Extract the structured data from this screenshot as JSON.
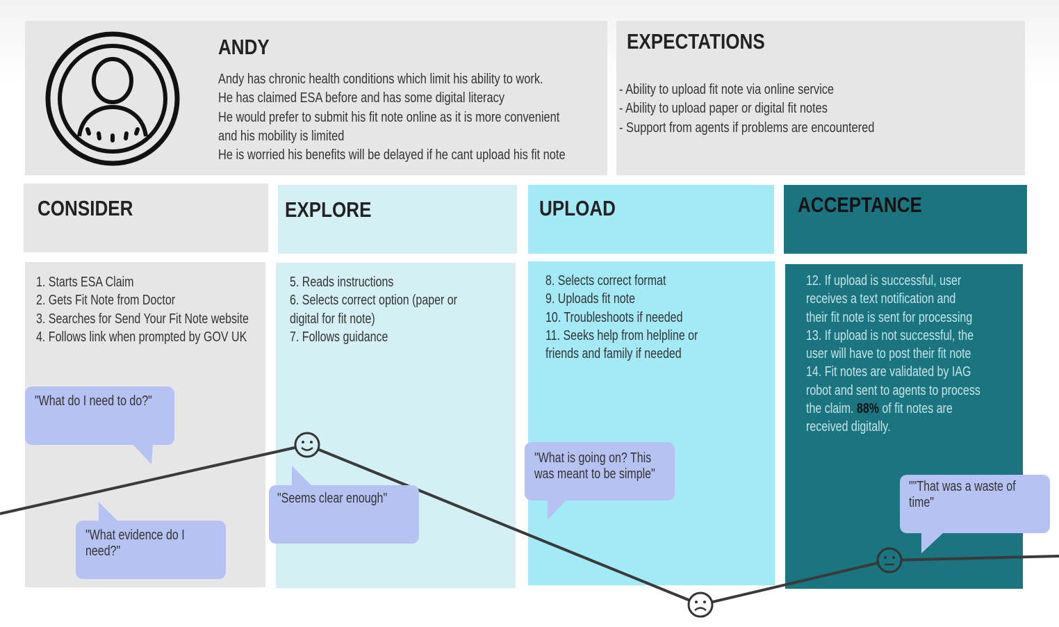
{
  "persona": {
    "name": "ANDY",
    "description": [
      "Andy has chronic health conditions which limit his ability to work.",
      "He has claimed ESA before and has some digital literacy",
      "He would prefer to submit his fit note online as it is more convenient",
      "and his mobility is limited",
      "He is worried his benefits will be delayed if he cant upload his fit note"
    ],
    "avatar_icon": "user-circle-icon"
  },
  "expectations": {
    "title": "EXPECTATIONS",
    "items": [
      "- Ability to upload fit note via online service",
      "- Ability to upload paper or digital fit notes",
      "- Support from agents if problems are encountered"
    ]
  },
  "stages": [
    {
      "title": "CONSIDER",
      "header_color": "#e6e6e6",
      "body_color": "#e6e6e6",
      "steps": [
        "1. Starts ESA Claim",
        "2. Gets Fit Note from Doctor",
        "3. Searches for Send Your Fit Note website",
        "4. Follows link when prompted by GOV UK"
      ]
    },
    {
      "title": "EXPLORE",
      "header_color": "#d4f0f5",
      "body_color": "#d4f0f5",
      "steps": [
        "5. Reads instructions",
        "6. Selects correct option (paper or",
        "digital for fit note)",
        "7. Follows guidance"
      ]
    },
    {
      "title": "UPLOAD",
      "header_color": "#a3e9f6",
      "body_color": "#a3e9f6",
      "steps": [
        "8. Selects correct format",
        "9. Uploads fit note",
        "10. Troubleshoots if needed",
        "11. Seeks help from helpline or",
        "friends and family if needed"
      ]
    },
    {
      "title": "ACCEPTANCE",
      "header_color": "#1a7580",
      "body_color": "#1a7580",
      "steps": [
        "12. If upload is successful, user",
        "receives a text notification and",
        "their fit note is sent for processing",
        "13. If upload is not successful, the",
        "user will have to post their fit note",
        "14. Fit notes are validated by IAG",
        "robot and sent to agents to process"
      ],
      "final_line_before": "the claim. ",
      "final_line_highlight": "88%",
      "final_line_after": " of fit notes are",
      "last_line": "received digitally."
    }
  ],
  "quotes": [
    {
      "text_lines": [
        "\"What do I need to do?\""
      ]
    },
    {
      "text_lines": [
        "\"What evidence do I",
        "need?\""
      ]
    },
    {
      "text_lines": [
        "\"Seems clear enough\""
      ]
    },
    {
      "text_lines": [
        "\"What is going on? This",
        "was meant to be simple\""
      ]
    },
    {
      "text_lines": [
        "\"\"That was a waste of",
        "time\""
      ]
    }
  ],
  "emotions": [
    {
      "icon": "smile-face-icon"
    },
    {
      "icon": "sad-face-icon"
    },
    {
      "icon": "neutral-face-icon"
    }
  ],
  "colors": {
    "persona_bg": "#e6e6e6",
    "bubble": "#b6c2f2",
    "line": "#3a3a3a"
  }
}
